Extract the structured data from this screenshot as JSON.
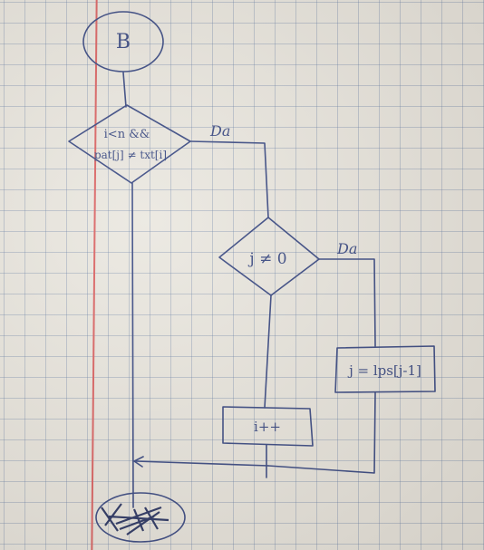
{
  "start_label": "B",
  "decision_1": {
    "line1": "i<n &&",
    "line2": "pat[j] ≠ txt[i]"
  },
  "decision_1_yes": "Da",
  "decision_2": {
    "label": "j ≠ 0"
  },
  "decision_2_yes": "Da",
  "assign_box": "j = lps[j-1]",
  "increment_box": "i++",
  "end_label": "",
  "colors": {
    "ink": "#2e3f7c",
    "grid": "#8aa0c8",
    "margin_line": "#d95a5a",
    "paper": "#e9e6de"
  }
}
